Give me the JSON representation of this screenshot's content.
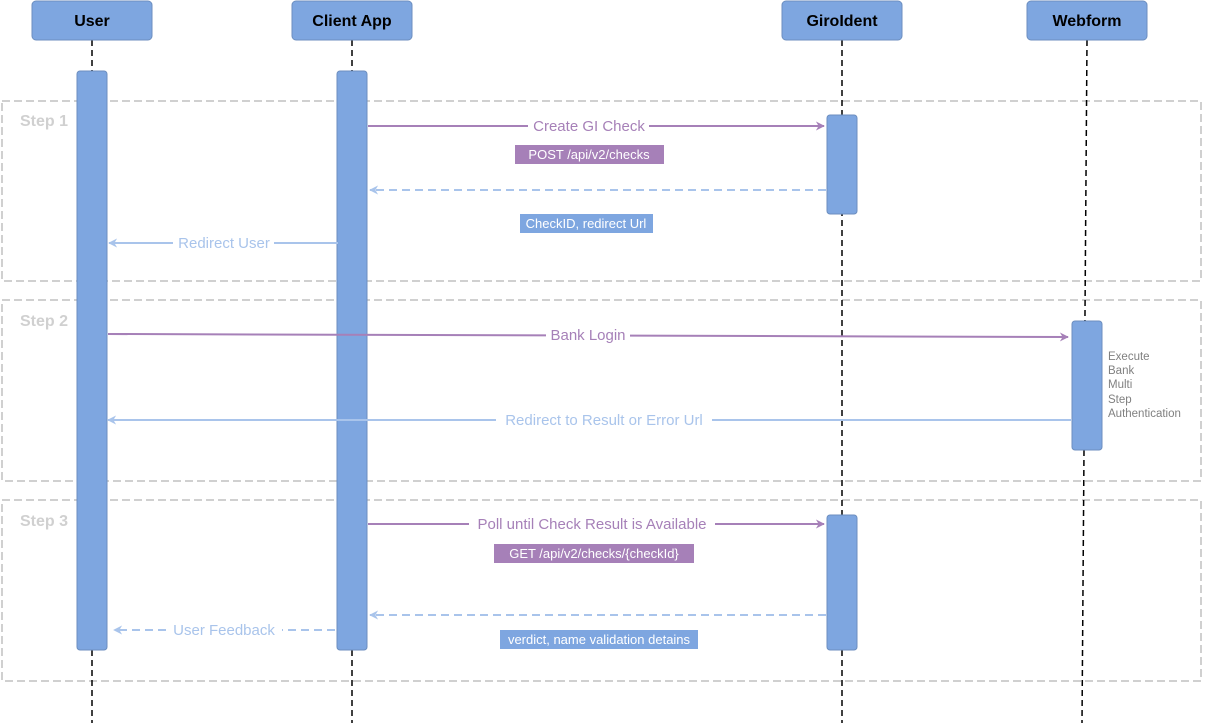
{
  "colors": {
    "actor_fill": "#7ea6e0",
    "actor_stroke": "#6c8ebf",
    "lifeline": "#000000",
    "step_frame": "#d0d0d0",
    "step_label": "#d0d0d0",
    "request": "#a680b8",
    "response": "#a9c4eb",
    "tag_request_bg": "#a680b8",
    "tag_response_bg": "#7ea6e0",
    "note_text": "#808080"
  },
  "actors": [
    {
      "id": "user",
      "label": "User"
    },
    {
      "id": "client",
      "label": "Client App"
    },
    {
      "id": "giroident",
      "label": "GiroIdent"
    },
    {
      "id": "webform",
      "label": "Webform"
    }
  ],
  "steps": [
    {
      "label": "Step 1"
    },
    {
      "label": "Step 2"
    },
    {
      "label": "Step 3"
    }
  ],
  "messages": [
    {
      "label": "Create GI Check",
      "from": "client",
      "to": "giroident",
      "kind": "request",
      "dashed": false
    },
    {
      "label": "",
      "from": "giroident",
      "to": "client",
      "kind": "response",
      "dashed": true
    },
    {
      "label": "Redirect User",
      "from": "client",
      "to": "user",
      "kind": "response",
      "dashed": false
    },
    {
      "label": "Bank Login",
      "from": "user",
      "to": "webform",
      "kind": "request",
      "dashed": false
    },
    {
      "label": "Redirect to Result  or Error Url",
      "from": "webform",
      "to": "user",
      "kind": "response",
      "dashed": false
    },
    {
      "label": "Poll until Check Result is Available",
      "from": "client",
      "to": "giroident",
      "kind": "request",
      "dashed": false
    },
    {
      "label": "",
      "from": "giroident",
      "to": "client",
      "kind": "response",
      "dashed": true
    },
    {
      "label": "User Feedback",
      "from": "client",
      "to": "user",
      "kind": "response",
      "dashed": true
    }
  ],
  "tags": [
    {
      "text": "POST /api/v2/checks",
      "kind": "request"
    },
    {
      "text": "CheckID, redirect Url",
      "kind": "response"
    },
    {
      "text": "GET /api/v2/checks/{checkId}",
      "kind": "request"
    },
    {
      "text": "verdict, name validation detains",
      "kind": "response"
    }
  ],
  "note": {
    "lines": [
      "Execute",
      "Bank",
      "Multi",
      "Step",
      "Authentication"
    ]
  }
}
